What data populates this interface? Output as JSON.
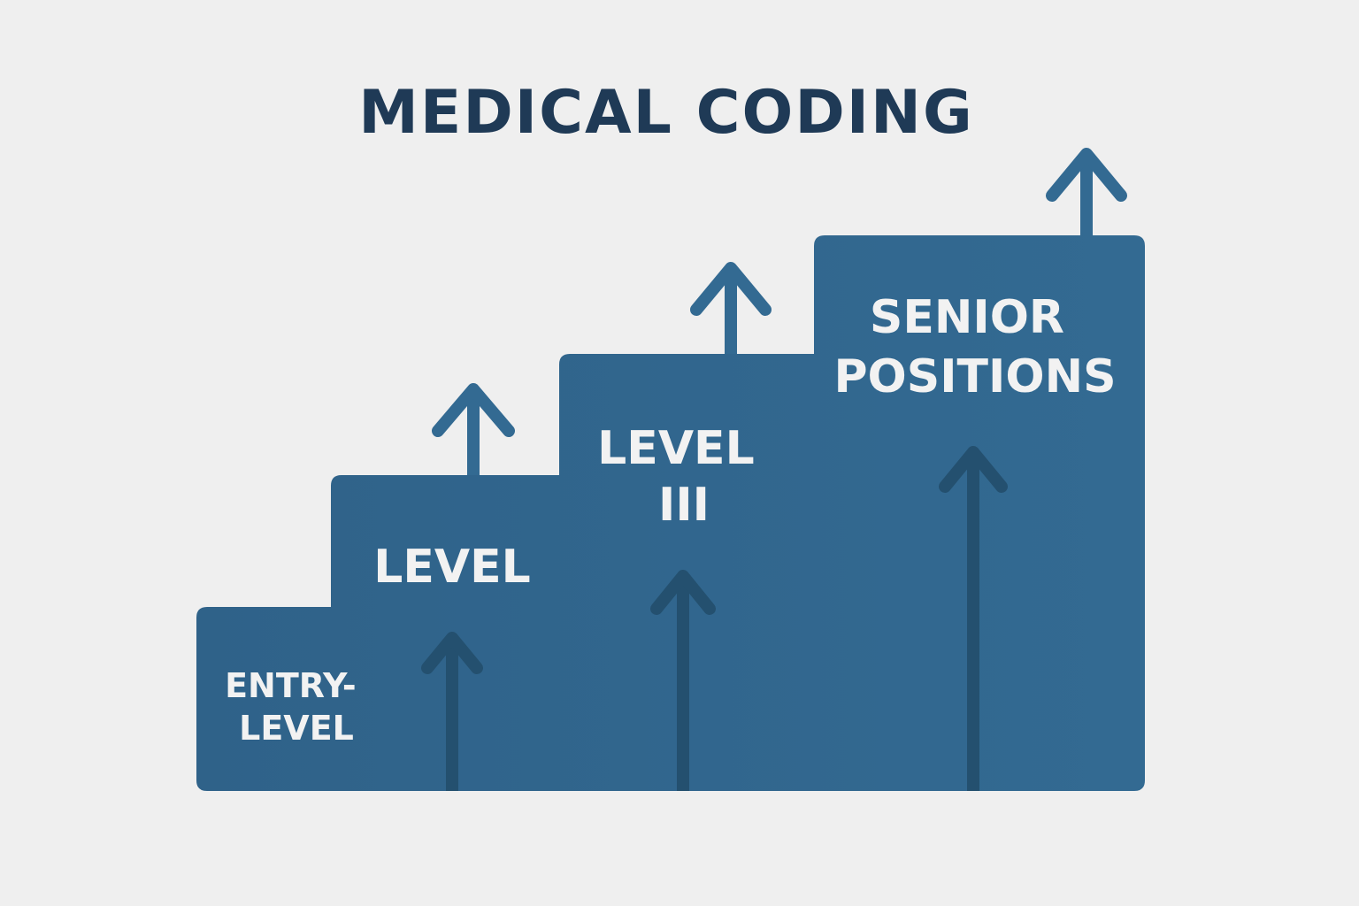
{
  "title": "MEDICAL CODING",
  "steps": [
    {
      "lines": [
        "ENTRY-",
        "LEVEL"
      ]
    },
    {
      "lines": [
        "LEVEL"
      ]
    },
    {
      "lines": [
        "LEVEL",
        "III"
      ]
    },
    {
      "lines": [
        "SENIOR",
        "POSITIONS"
      ]
    }
  ],
  "colors": {
    "background": "#efefef",
    "step": "#336a92",
    "inner_arrow": "#24506f",
    "title": "#1f3a56",
    "label": "#f2f2f2"
  }
}
